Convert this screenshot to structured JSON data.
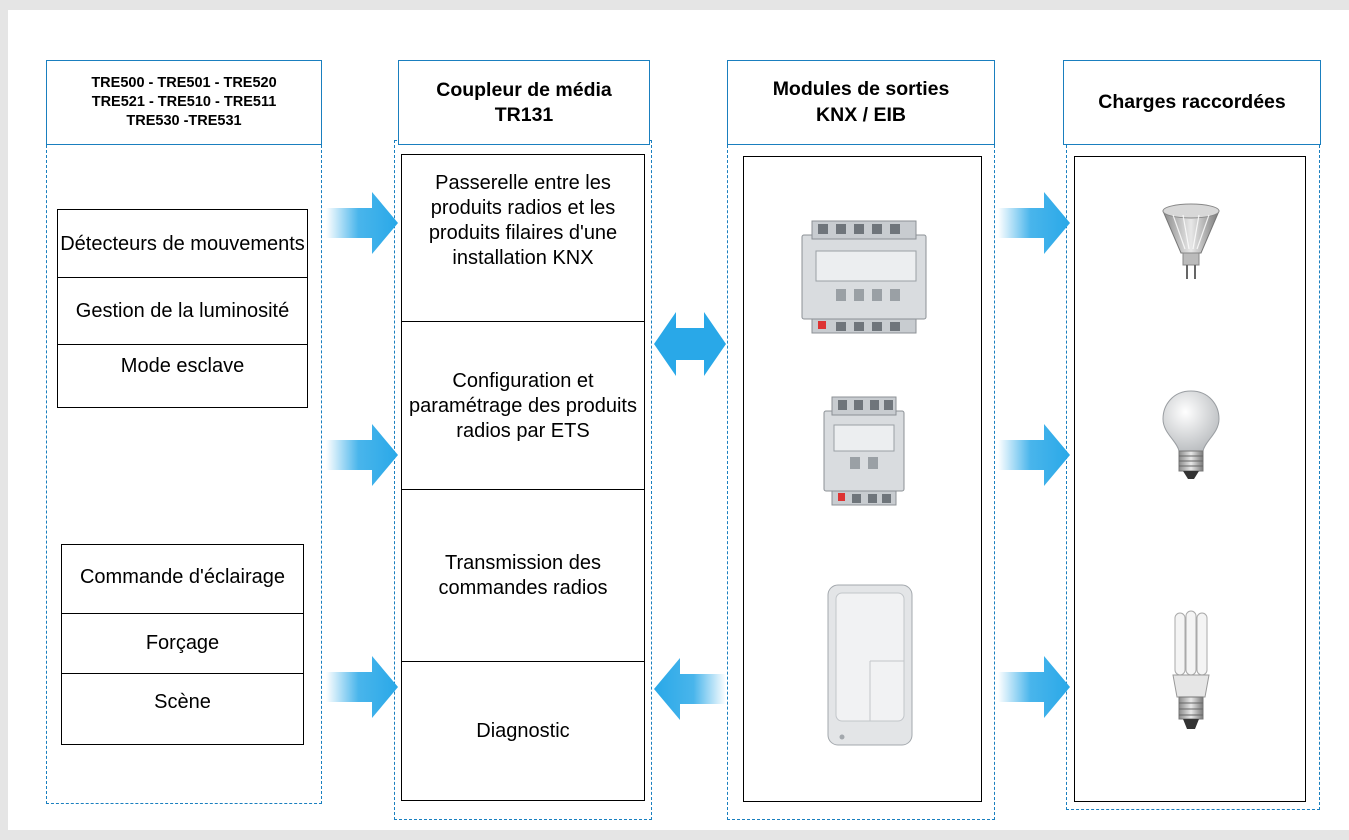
{
  "col1": {
    "header": [
      "TRE500 - TRE501 - TRE520",
      "TRE521 - TRE510 - TRE511",
      "TRE530 -TRE531"
    ],
    "group1": [
      "Détecteurs de mouvements",
      "Gestion de la luminosité",
      "Mode esclave"
    ],
    "group2": [
      "Commande d'éclairage",
      "Forçage",
      "Scène"
    ]
  },
  "col2": {
    "header": [
      "Coupleur de média",
      "TR131"
    ],
    "cells": [
      "Passerelle entre les produits radios et les produits filaires d'une installation KNX",
      "Configuration et paramétrage des produits radios par ETS",
      "Transmission des commandes radios",
      "Diagnostic"
    ]
  },
  "col3": {
    "header": [
      "Modules de sorties",
      "KNX / EIB"
    ],
    "devices": [
      "din-module-large",
      "din-module-small",
      "radio-wall-unit"
    ]
  },
  "col4": {
    "header": "Charges raccordées",
    "loads": [
      "halogen-spot-lamp",
      "incandescent-bulb",
      "compact-fluorescent-lamp"
    ]
  },
  "colors": {
    "accent": "#1a7fbf",
    "arrow": "#29a8e8"
  }
}
